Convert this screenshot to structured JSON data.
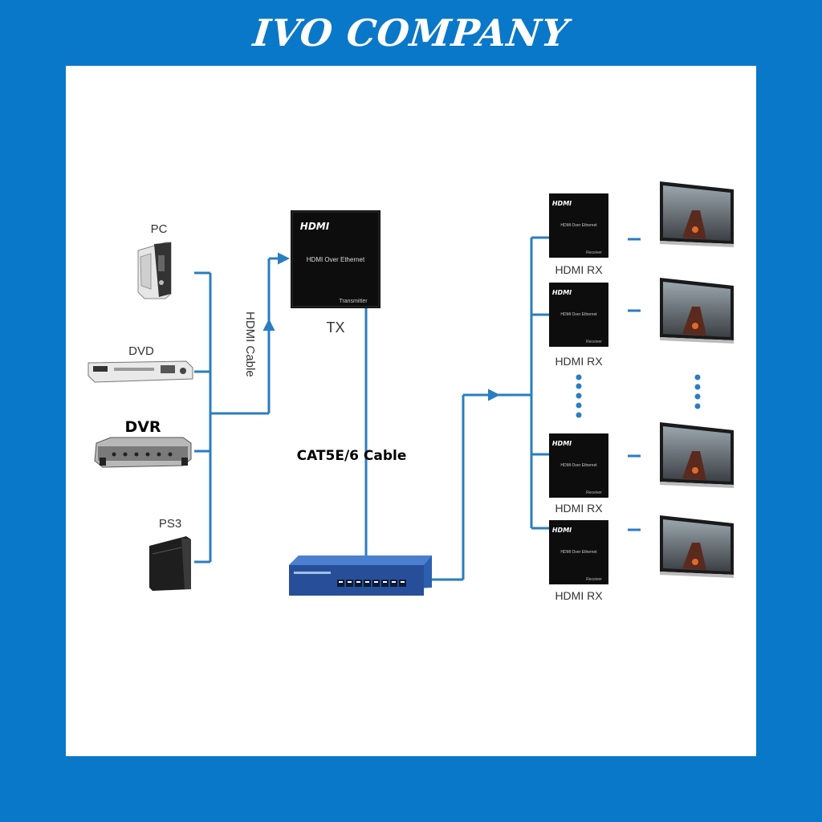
{
  "brand": "IVO COMPANY",
  "sources": {
    "pc": "PC",
    "dvd": "DVD",
    "dvr": "DVR",
    "ps3": "PS3"
  },
  "cables": {
    "hdmi": "HDMI Cable",
    "cat": "CAT5E/6 Cable"
  },
  "transmitter": {
    "logo": "HDMI",
    "model": "HDMI Over Ethernet",
    "type": "Transmitter",
    "label": "TX"
  },
  "receivers": {
    "logo": "HDMI",
    "model": "HDMI Over Ethernet",
    "type": "Receiver",
    "items": [
      "HDMI RX",
      "HDMI RX",
      "HDMI RX",
      "HDMI RX"
    ]
  },
  "colors": {
    "background": "#0a78c8",
    "line": "#2a7dc0",
    "switch": "#2d5fb0"
  }
}
